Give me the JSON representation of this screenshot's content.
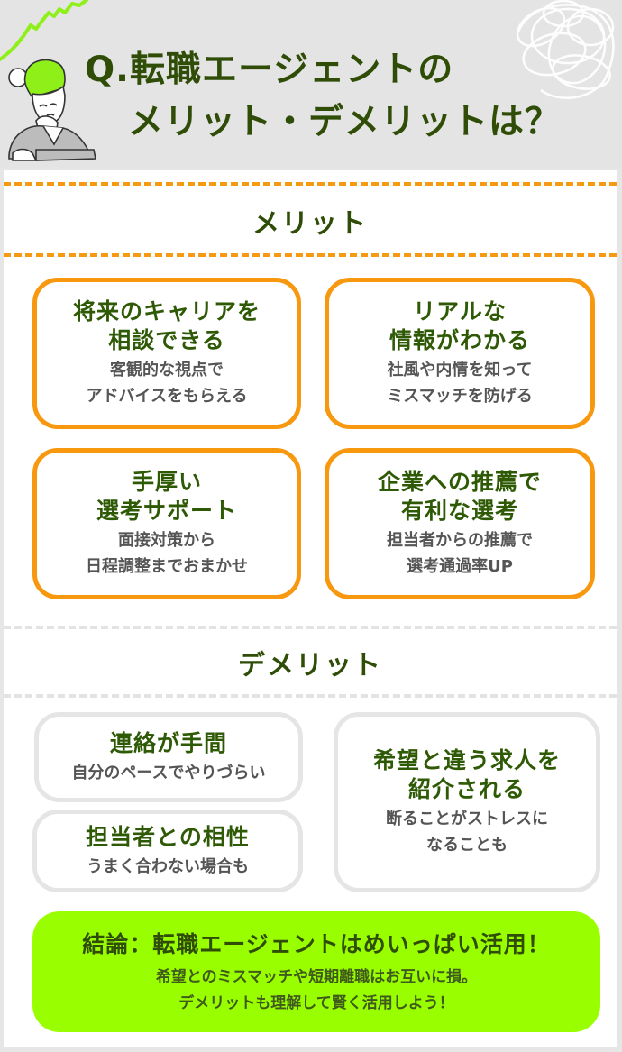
{
  "header": {
    "title_line1": "Q.転職エージェントの",
    "title_line2": "メリット・デメリットは？",
    "illustration": "thinking-woman-illustration",
    "decorations": [
      "green-zigzag-line",
      "white-scribble"
    ]
  },
  "merits": {
    "heading": "メリット",
    "items": [
      {
        "title": "将来のキャリアを\n相談できる",
        "desc": "客観的な視点で\nアドバイスをもらえる"
      },
      {
        "title": "リアルな\n情報がわかる",
        "desc": "社風や内情を知って\nミスマッチを防げる"
      },
      {
        "title": "手厚い\n選考サポート",
        "desc": "面接対策から\n日程調整までおまかせ"
      },
      {
        "title": "企業への推薦で\n有利な選考",
        "desc": "担当者からの推薦で\n選考通過率UP"
      }
    ]
  },
  "demerits": {
    "heading": "デメリット",
    "items": [
      {
        "title": "連絡が手間",
        "desc": "自分のペースでやりづらい"
      },
      {
        "title": "担当者との相性",
        "desc": "うまく合わない場合も"
      },
      {
        "title": "希望と違う求人を\n紹介される",
        "desc": "断ることがストレスに\nなることも"
      }
    ]
  },
  "conclusion": {
    "title": "結論：転職エージェントはめいっぱい活用！",
    "body": "希望とのミスマッチや短期離職はお互いに損。\nデメリットも理解して賢く活用しよう！"
  },
  "colors": {
    "title_green": "#2f4d06",
    "accent_orange": "#f7980f",
    "lime": "#99ff00",
    "gray_border": "#e5e5e5",
    "body_gray": "#555555"
  }
}
